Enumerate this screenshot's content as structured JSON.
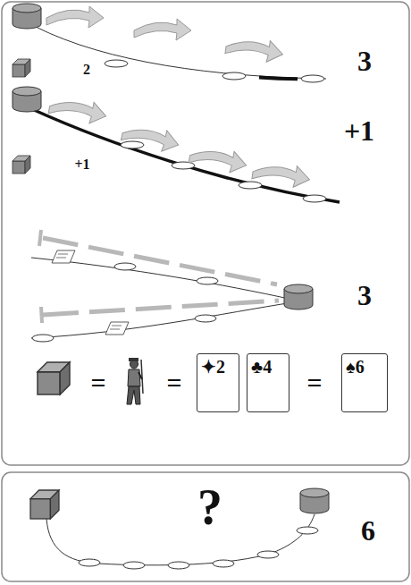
{
  "diagram": {
    "nodes": [
      {
        "text": [
          "✦2"
        ]
      },
      {
        "text": [
          "♣4"
        ]
      },
      {
        "text": [
          "♠6"
        ]
      }
    ],
    "labels": [
      "3",
      "2",
      "+1",
      "+1",
      "3",
      "=",
      "=",
      "=",
      "?",
      "6"
    ]
  }
}
